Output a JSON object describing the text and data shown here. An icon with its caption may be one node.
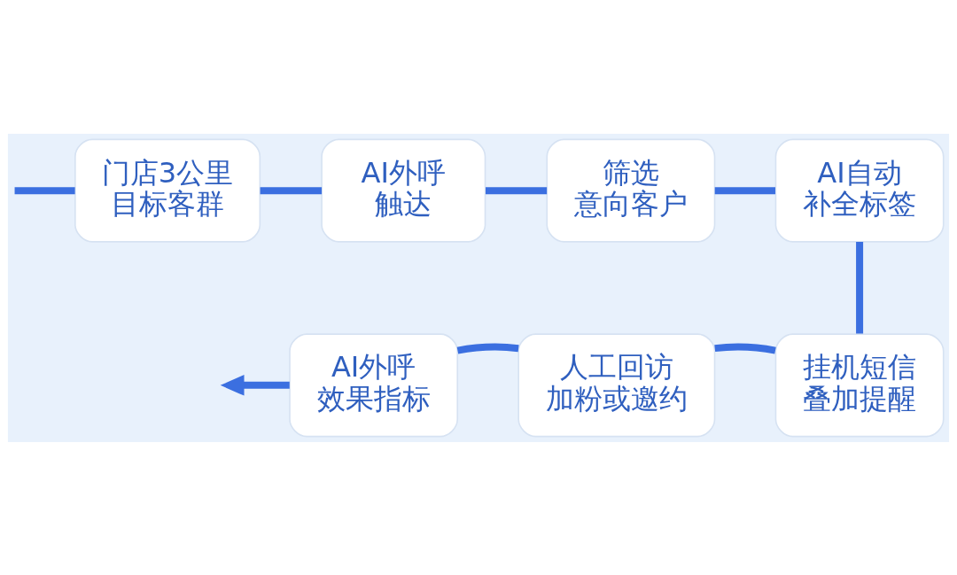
{
  "diagram": {
    "nodes": [
      {
        "text": [
          "门店3公里",
          "目标客群"
        ]
      },
      {
        "text": [
          "AI外呼",
          "触达"
        ]
      },
      {
        "text": [
          "筛选",
          "意向客户"
        ]
      },
      {
        "text": [
          "AI自动",
          "补全标签"
        ]
      },
      {
        "text": [
          "挂机短信",
          "叠加提醒"
        ]
      },
      {
        "text": [
          "人工回访",
          "加粉或邀约"
        ]
      },
      {
        "text": [
          "AI外呼",
          "效果指标"
        ]
      }
    ],
    "edges": [
      {
        "from": null,
        "to": 0,
        "arrow": "none"
      },
      {
        "from": 0,
        "to": 1,
        "arrow": "none"
      },
      {
        "from": 1,
        "to": 2,
        "arrow": "none"
      },
      {
        "from": 2,
        "to": 3,
        "arrow": "none"
      },
      {
        "from": 3,
        "to": 4,
        "arrow": "none"
      },
      {
        "from": 4,
        "to": 5,
        "arrow": "none"
      },
      {
        "from": 5,
        "to": 6,
        "arrow": "none"
      },
      {
        "from": 6,
        "to": null,
        "arrow": "to"
      }
    ]
  }
}
